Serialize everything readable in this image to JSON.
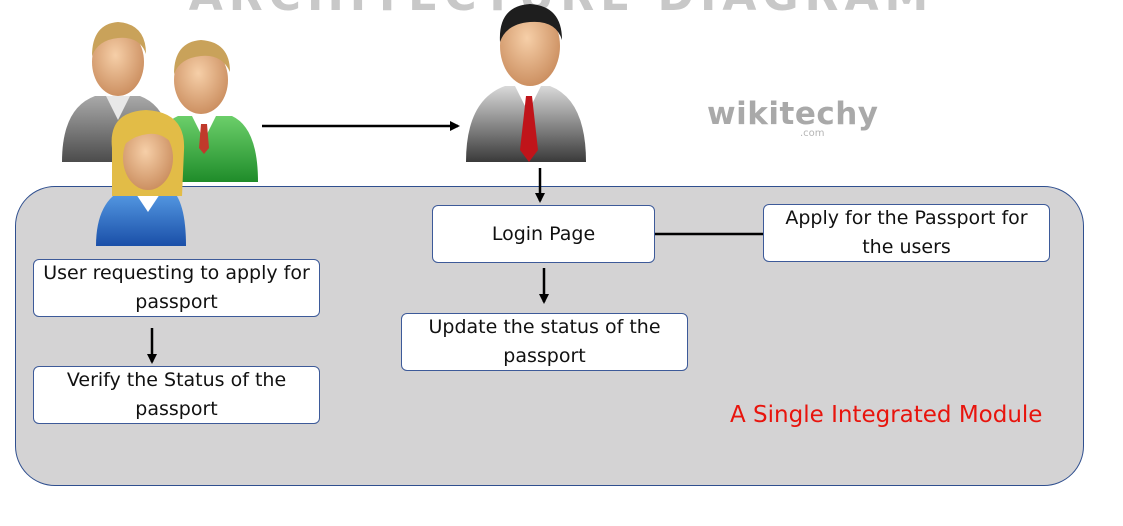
{
  "diagram": {
    "title": "ARCHITECTURE DIAGRAM",
    "module_label": "A Single Integrated Module",
    "logo": {
      "text": "wikitechy",
      "suffix": ".com"
    },
    "boxes": {
      "login": "Login Page",
      "apply": "Apply for the Passport for the users",
      "user_request": "User requesting to apply for passport",
      "update_status": "Update the status of the passport",
      "verify_status": "Verify the Status of the passport"
    },
    "actors": {
      "users_icon": "user-group-icon",
      "admin_icon": "admin-person-icon"
    },
    "colors": {
      "module_fill": "#d4d3d4",
      "module_border": "#2f4f8f",
      "box_border": "#3d5a99",
      "module_label": "#e8140d",
      "arrow": "#000000"
    }
  }
}
